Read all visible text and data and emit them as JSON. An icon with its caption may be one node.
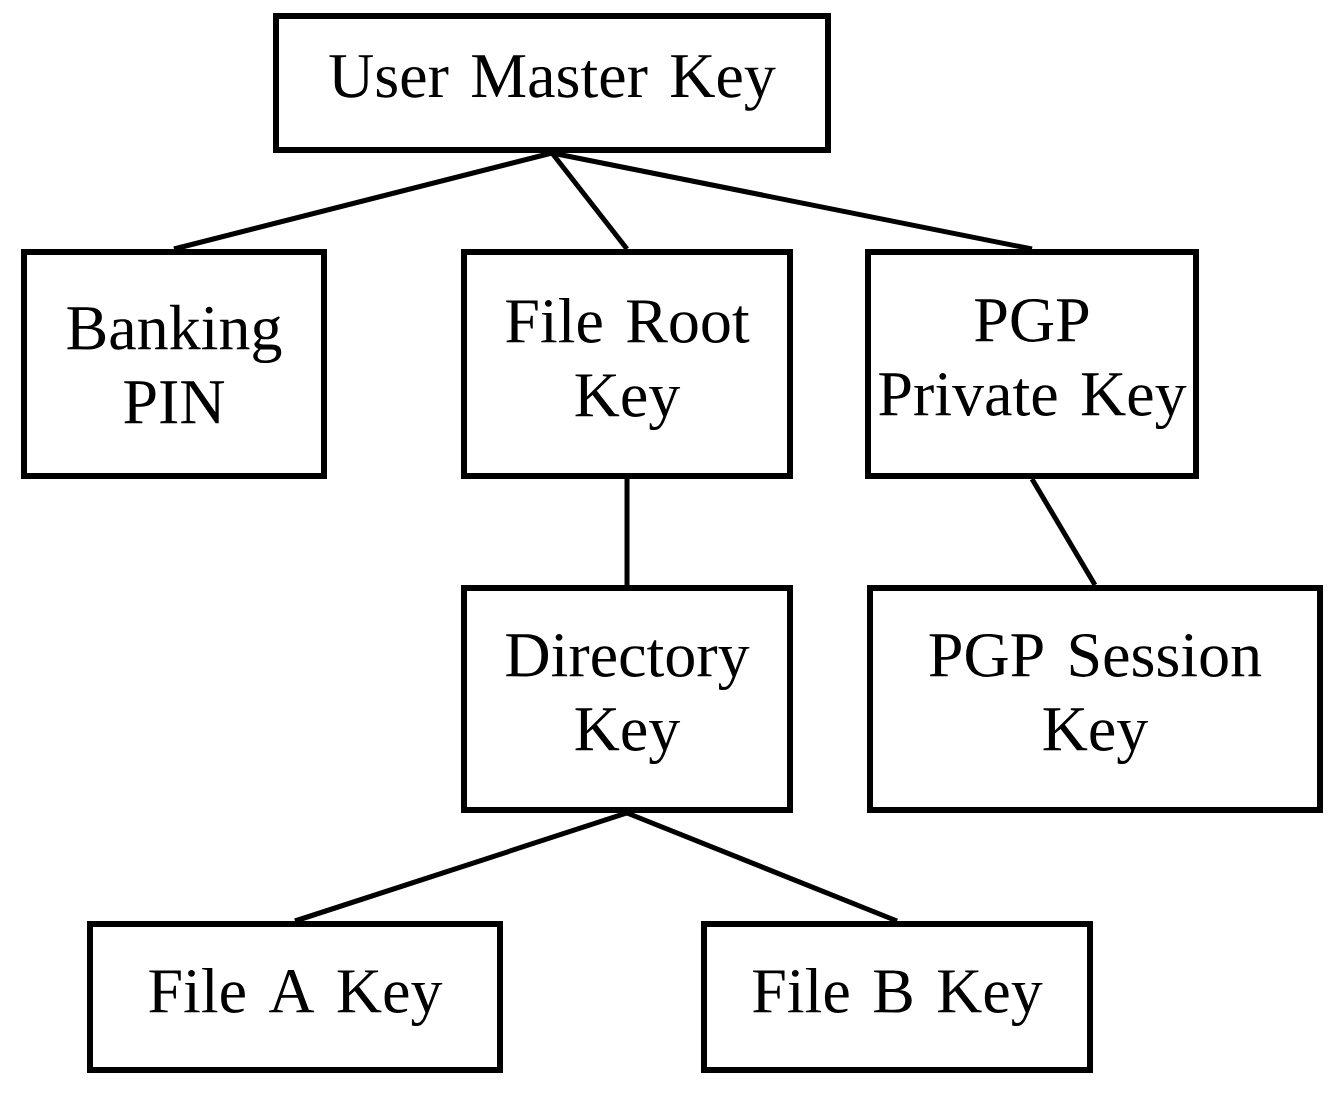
{
  "diagram": {
    "nodes": [
      {
        "text": [
          "User Master Key"
        ]
      },
      {
        "text": [
          "Banking PIN"
        ]
      },
      {
        "text": [
          "File Root Key"
        ]
      },
      {
        "text": [
          "PGP Private Key"
        ]
      },
      {
        "text": [
          "Directory Key"
        ]
      },
      {
        "text": [
          "PGP Session Key"
        ]
      },
      {
        "text": [
          "File A Key"
        ]
      },
      {
        "text": [
          "File B Key"
        ]
      }
    ],
    "edges": [
      {
        "from": 0,
        "to": 1,
        "arrow": "none"
      },
      {
        "from": 0,
        "to": 2,
        "arrow": "none"
      },
      {
        "from": 0,
        "to": 3,
        "arrow": "none"
      },
      {
        "from": 2,
        "to": 4,
        "arrow": "none"
      },
      {
        "from": 3,
        "to": 5,
        "arrow": "none"
      },
      {
        "from": 4,
        "to": 6,
        "arrow": "none"
      },
      {
        "from": 4,
        "to": 7,
        "arrow": "none"
      }
    ]
  }
}
